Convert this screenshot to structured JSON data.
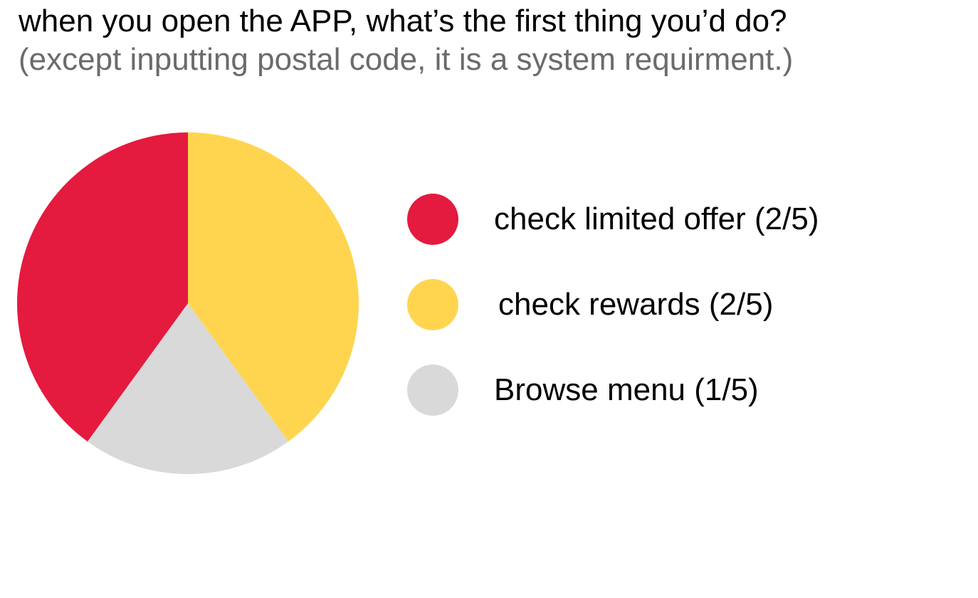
{
  "title": "when you open the APP, what’s the first thing you’d do?",
  "subtitle": "(except inputting postal code, it is a system requirment.)",
  "chart_data": {
    "type": "pie",
    "title": "when you open the APP, what’s the first thing you’d do?",
    "subtitle": "(except inputting postal code, it is a system requirment.)",
    "categories": [
      "check limited offer (2/5)",
      "check rewards (2/5)",
      "Browse menu (1/5)"
    ],
    "values": [
      2,
      2,
      1
    ],
    "colors": [
      "#e41a3f",
      "#ffd54f",
      "#d9d9d9"
    ],
    "legend": "right"
  }
}
